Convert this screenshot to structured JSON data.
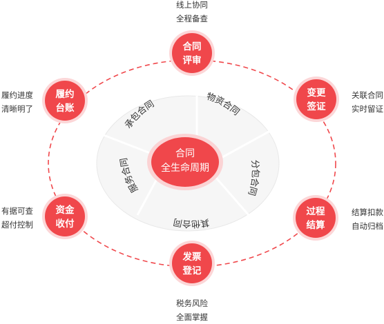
{
  "center": {
    "line1": "合同",
    "line2": "全生命周期"
  },
  "inner_segments": [
    {
      "id": "chengbao",
      "label": "承包合同"
    },
    {
      "id": "wuzi",
      "label": "物资合同"
    },
    {
      "id": "fenbao",
      "label": "分包合同"
    },
    {
      "id": "qita",
      "label": "其他合同"
    },
    {
      "id": "fuwu",
      "label": "服务合同"
    }
  ],
  "stages": [
    {
      "id": "review",
      "line1": "合同",
      "line2": "评审",
      "note1": "线上协同",
      "note2": "全程备查"
    },
    {
      "id": "change",
      "line1": "变更",
      "line2": "签证",
      "note1": "关联合同",
      "note2": "实时留证"
    },
    {
      "id": "settle",
      "line1": "过程",
      "line2": "结算",
      "note1": "结算扣款",
      "note2": "自动归档"
    },
    {
      "id": "invoice",
      "line1": "发票",
      "line2": "登记",
      "note1": "税务风险",
      "note2": "全面掌握"
    },
    {
      "id": "payment",
      "line1": "资金",
      "line2": "收付",
      "note1": "有据可查",
      "note2": "超付控制"
    },
    {
      "id": "ledger",
      "line1": "履约",
      "line2": "台账",
      "note1": "履约进度",
      "note2": "清晰明了"
    }
  ],
  "colors": {
    "accent": "#F0474B",
    "accent_dark": "#E53A3F",
    "ring": "#F4F4F4",
    "ring_stroke": "#E6E6E6",
    "text_dark": "#333333"
  }
}
